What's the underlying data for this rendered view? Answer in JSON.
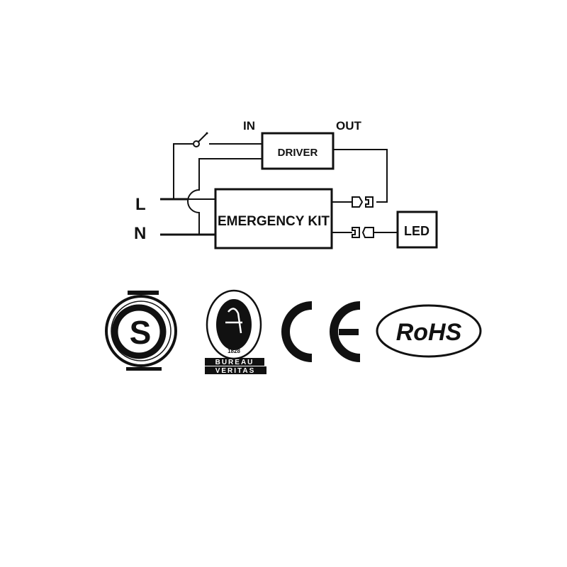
{
  "diagram": {
    "labels": {
      "in": "IN",
      "out": "OUT",
      "line": "L",
      "neutral": "N"
    },
    "blocks": {
      "driver": "DRIVER",
      "emergency_kit": "EMERGENCY KIT",
      "led": "LED"
    }
  },
  "certifications": {
    "s_mark": "S",
    "bureau_veritas_top": "BUREAU",
    "bureau_veritas_bottom": "VERITAS",
    "bureau_veritas_year": "1828",
    "ce": "CE",
    "rohs": "RoHS"
  }
}
